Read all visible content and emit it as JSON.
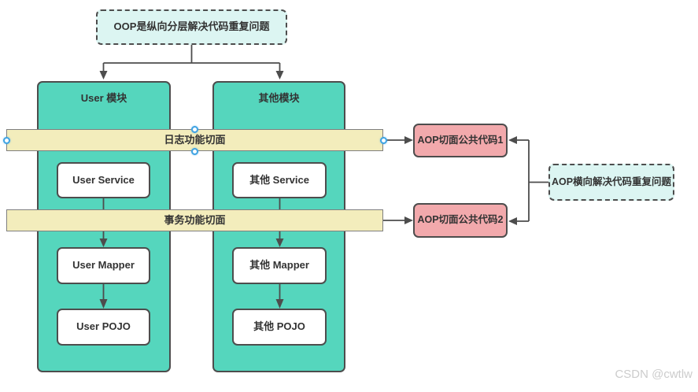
{
  "diagram": {
    "top_note": "OOP是纵向分层解决代码重复问题",
    "side_note": "AOP横向解决代码重复问题",
    "columns": [
      {
        "title": "User 模块",
        "service": "User Service",
        "mapper": "User Mapper",
        "pojo": "User POJO"
      },
      {
        "title": "其他模块",
        "service": "其他 Service",
        "mapper": "其他 Mapper",
        "pojo": "其他 POJO"
      }
    ],
    "aspect_bars": [
      {
        "label": "日志功能切面",
        "selected": true
      },
      {
        "label": "事务功能切面",
        "selected": false
      }
    ],
    "aop_common": [
      {
        "label": "AOP切面公共代码1"
      },
      {
        "label": "AOP切面公共代码2"
      }
    ]
  },
  "watermark": "CSDN @cwtlw",
  "colors": {
    "module_fill": "#55d6bd",
    "aspect_fill": "#f3edbc",
    "aop_fill": "#f2a9ac",
    "note_fill": "#dcf5f2",
    "stroke": "#4d4d4d",
    "handle": "#3fa3e3",
    "watermark": "#cccccc"
  }
}
